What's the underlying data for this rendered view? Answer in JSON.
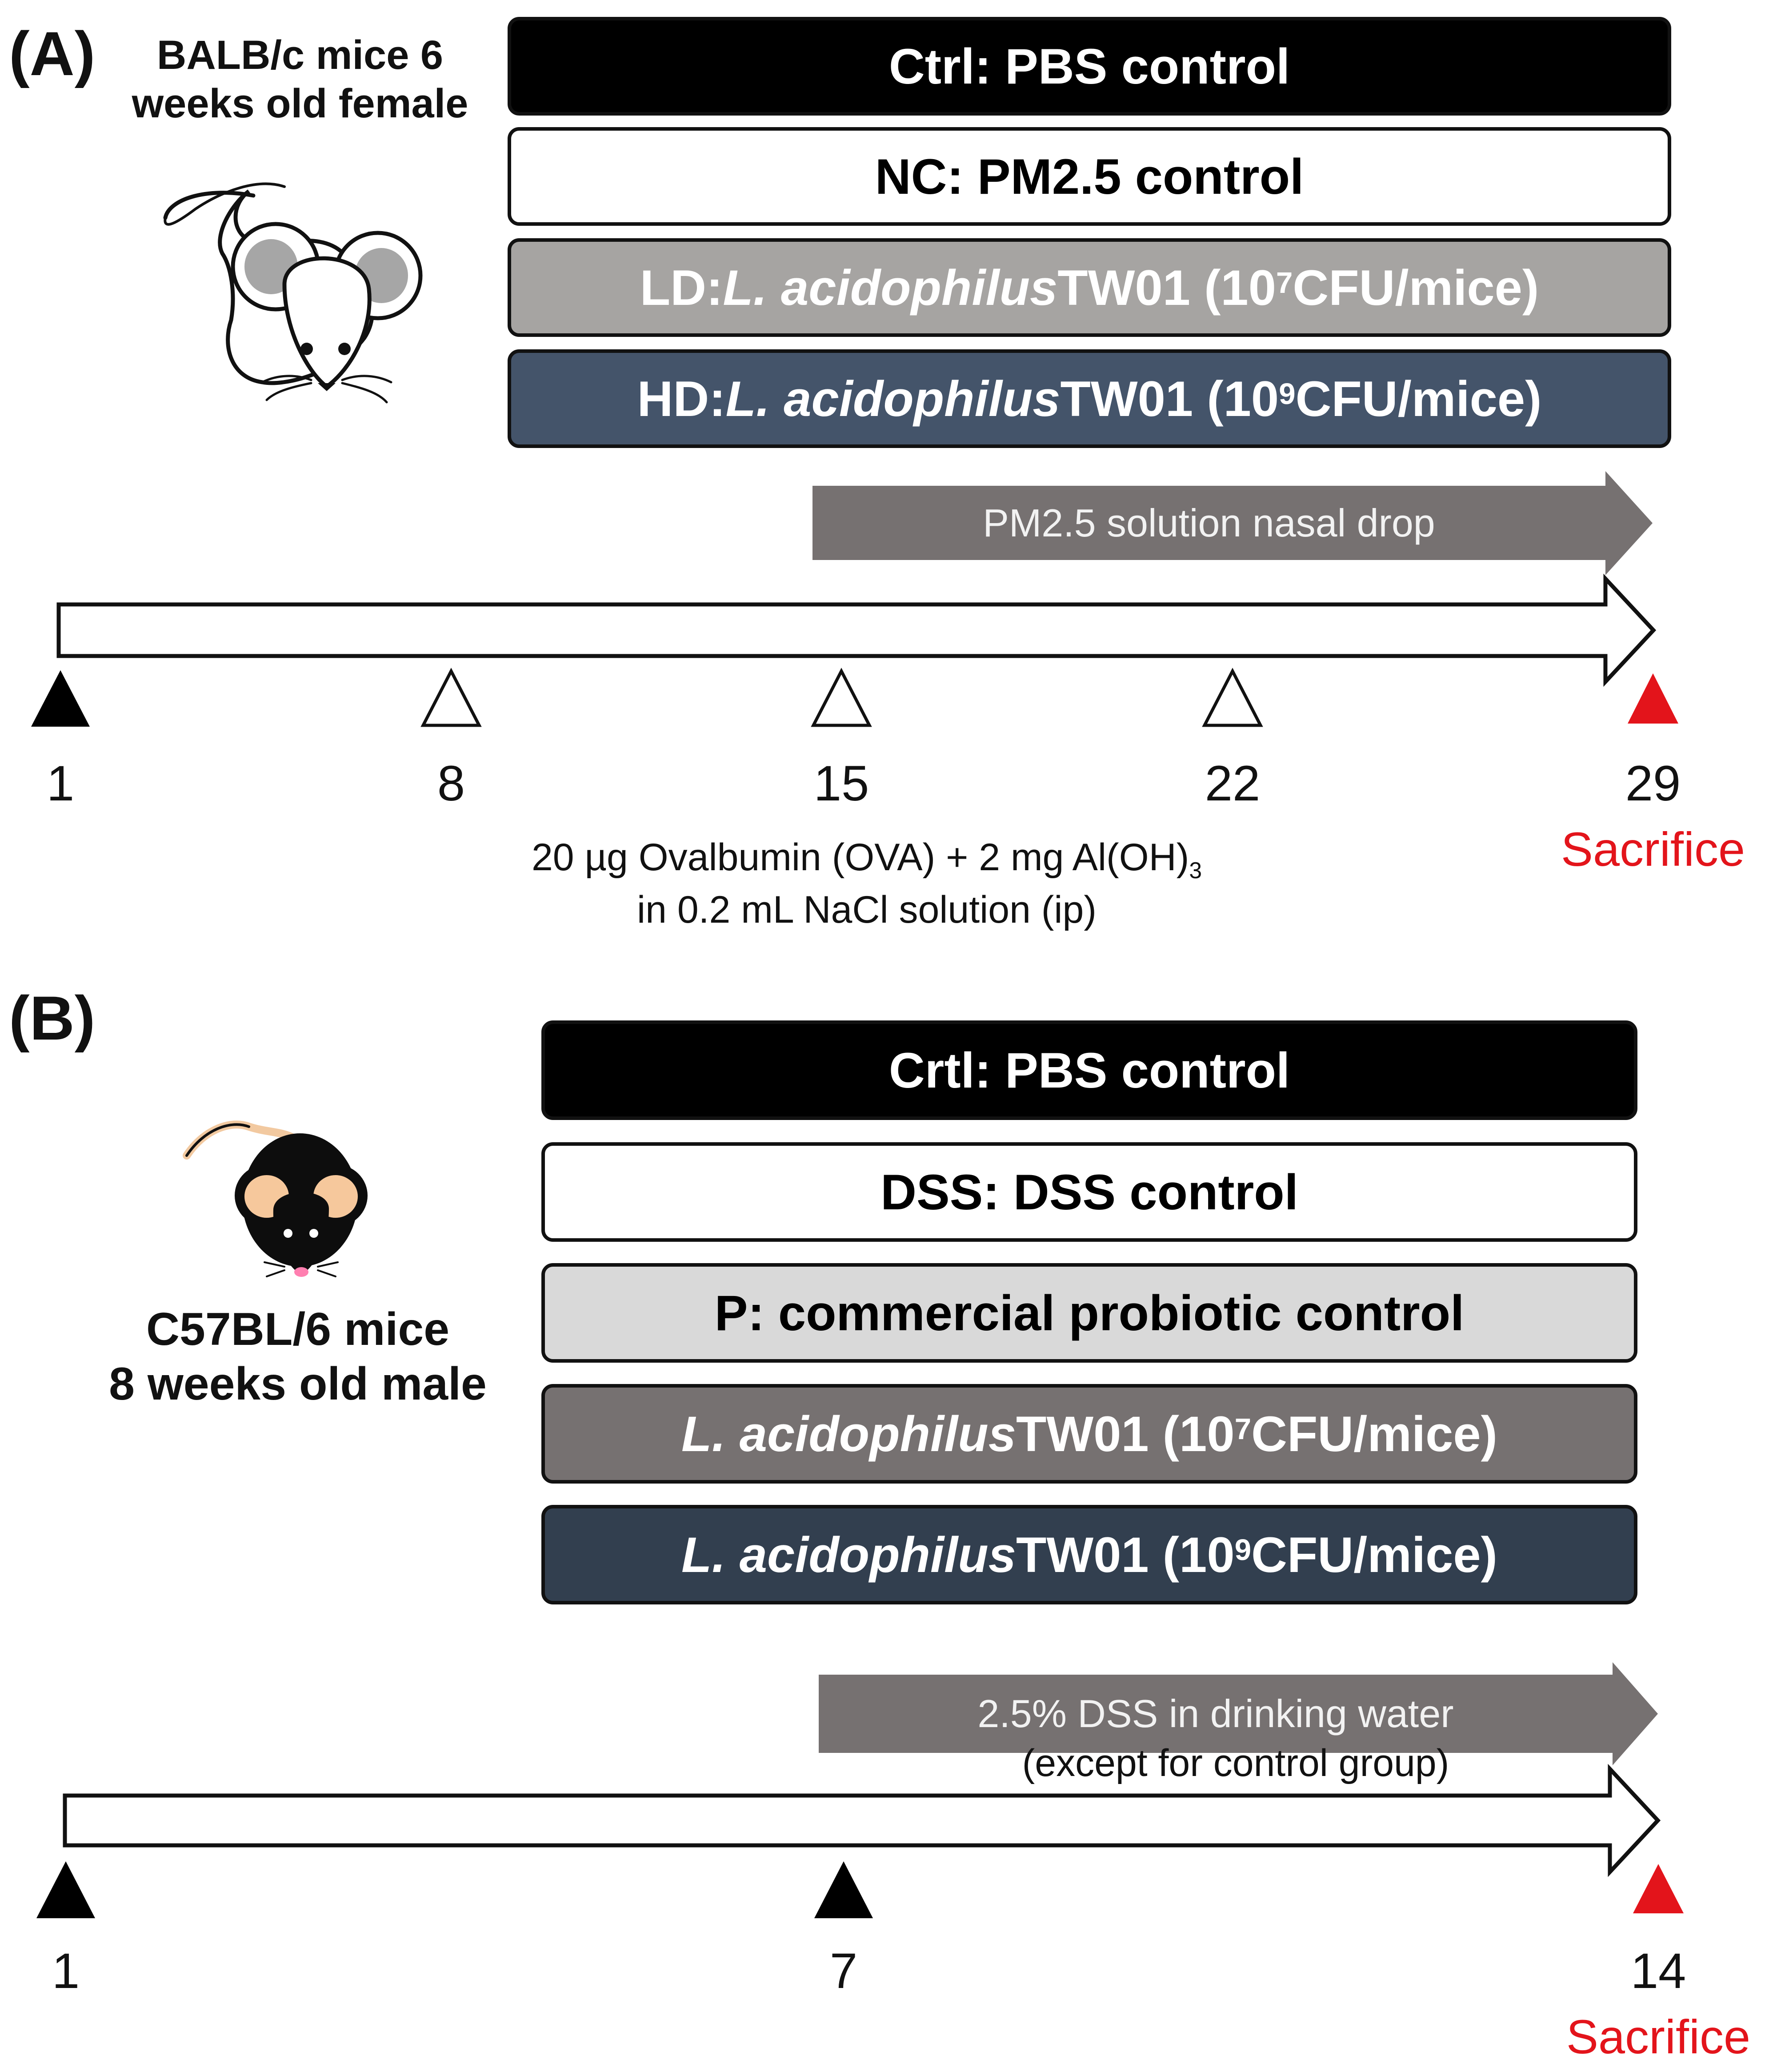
{
  "panel_a": {
    "label": "(A)",
    "mouse_caption_line1": "BALB/c mice 6",
    "mouse_caption_line2": "weeks old female",
    "groups": [
      {
        "prefix": "Ctrl: PBS control",
        "italic": "",
        "suffix": "",
        "exp": "",
        "tail": ""
      },
      {
        "prefix": "NC: PM2.5 control",
        "italic": "",
        "suffix": "",
        "exp": "",
        "tail": ""
      },
      {
        "prefix": "LD: ",
        "italic": "L. acidophilus",
        "suffix": " TW01 (10",
        "exp": "7",
        "tail": " CFU/mice)"
      },
      {
        "prefix": "HD: ",
        "italic": "L. acidophilus",
        "suffix": " TW01 (10",
        "exp": "9",
        "tail": " CFU/mice)"
      }
    ],
    "band_label": "PM2.5 solution nasal drop",
    "days": [
      "1",
      "8",
      "15",
      "22",
      "29"
    ],
    "end_label": "Sacrifice",
    "note_line1_prefix": "20 µg Ovalbumin (OVA) + 2 mg Al(OH)",
    "note_line1_sub": "3",
    "note_line2": "in 0.2 mL NaCl solution (ip)"
  },
  "panel_b": {
    "label": "(B)",
    "mouse_caption_line1": "C57BL/6 mice",
    "mouse_caption_line2": "8 weeks old male",
    "groups": [
      {
        "prefix": "Crtl: PBS control",
        "italic": "",
        "suffix": "",
        "exp": "",
        "tail": ""
      },
      {
        "prefix": "DSS: DSS control",
        "italic": "",
        "suffix": "",
        "exp": "",
        "tail": ""
      },
      {
        "prefix": "P: commercial probiotic control",
        "italic": "",
        "suffix": "",
        "exp": "",
        "tail": ""
      },
      {
        "prefix": "",
        "italic": "L. acidophilus",
        "suffix": " TW01 (10",
        "exp": "7",
        "tail": " CFU/mice)"
      },
      {
        "prefix": "",
        "italic": "L. acidophilus",
        "suffix": " TW01 (10",
        "exp": "9",
        "tail": " CFU/mice)"
      }
    ],
    "band_label": "2.5% DSS in drinking water",
    "band_note": "(except for control group)",
    "days": [
      "1",
      "7",
      "14"
    ],
    "end_label": "Sacrifice"
  },
  "colors": {
    "ctrl_fill": "#000000",
    "white_fill": "#ffffff",
    "ld_fill": "#a6a4a2",
    "hd_fill_a": "#44546a",
    "p_fill": "#d9d9d9",
    "ld_fill_b": "#767171",
    "hd_fill_b": "#323f4f",
    "band_fill": "#767171",
    "sacrifice": "#e3141b"
  },
  "icons": [
    "white-mouse-icon",
    "black-mouse-icon",
    "timeline-arrow-icon",
    "triangle-marker-icon"
  ]
}
